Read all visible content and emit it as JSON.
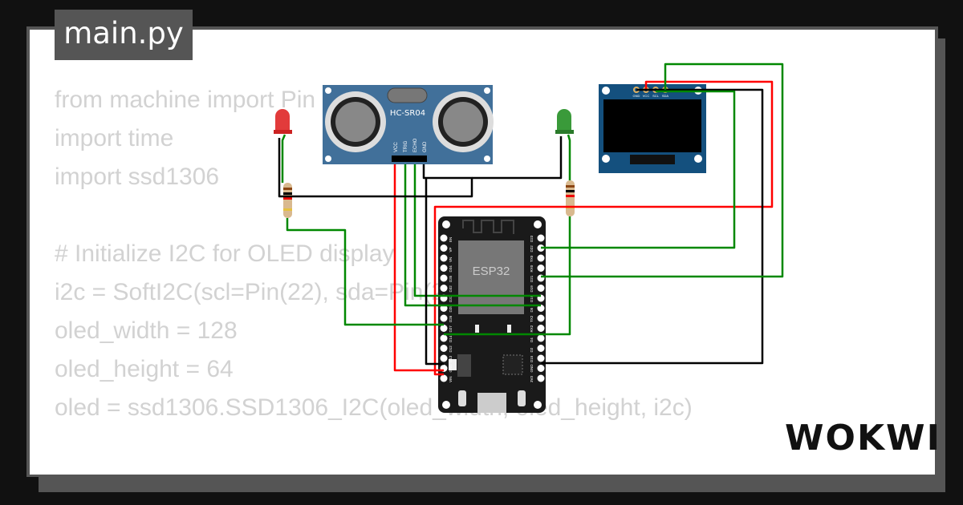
{
  "tab": {
    "label": "main.py"
  },
  "code": {
    "lines": [
      "from machine import Pin",
      "import time",
      "import ssd1306",
      "",
      "# Initialize I2C for OLED display",
      "i2c = SoftI2C(scl=Pin(22), sda=Pin(21))",
      "oled_width = 128",
      "oled_height = 64",
      "oled = ssd1306.SSD1306_I2C(oled_width, oled_height, i2c)"
    ]
  },
  "circuit": {
    "ultrasonic": {
      "label": "HC-SR04",
      "pins": [
        "VCC",
        "TRIG",
        "ECHO",
        "GND"
      ]
    },
    "oled": {
      "pins": [
        "GND",
        "VCC",
        "SCL",
        "SDA"
      ]
    },
    "esp32": {
      "label": "ESP32",
      "left_pins": [
        "EN",
        "VP",
        "VN",
        "D34",
        "D35",
        "D32",
        "D33",
        "D25",
        "D26",
        "D27",
        "D14",
        "D12",
        "D13",
        "GND",
        "VIN"
      ],
      "right_pins": [
        "D23",
        "D22",
        "TX0",
        "RX0",
        "D21",
        "D19",
        "D18",
        "D5",
        "TX2",
        "RX2",
        "D4",
        "D2",
        "D15",
        "GND",
        "3V3"
      ]
    },
    "leds": [
      {
        "color": "red",
        "hex": "#e23b3b"
      },
      {
        "color": "green",
        "hex": "#3a9a3a"
      }
    ],
    "wire_colors": {
      "power": "#ff0000",
      "ground": "#000000",
      "signal": "#008800"
    }
  },
  "logo": {
    "text": "WOKWI"
  }
}
